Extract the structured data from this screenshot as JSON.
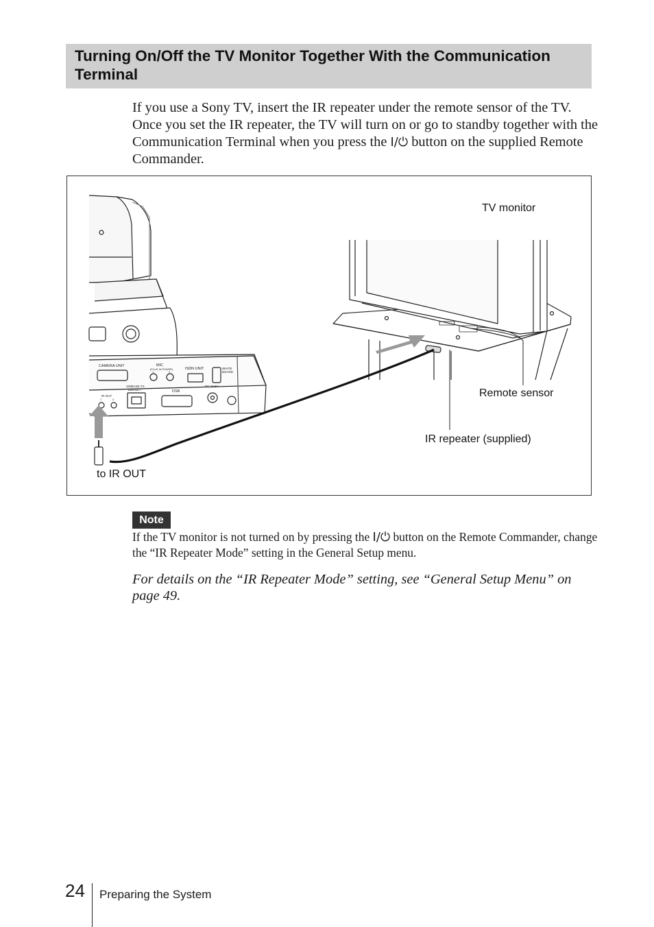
{
  "section": {
    "heading": "Turning On/Off the TV Monitor Together With the Communication Terminal"
  },
  "intro": {
    "part1": "If you use a Sony TV, insert the IR repeater under the remote sensor of the TV. Once you set the IR repeater, the TV will turn on or go to standby together with the Communication Terminal when you press the ",
    "power_symbol": "I/⏻",
    "part2": " button on the supplied Remote Commander."
  },
  "figure": {
    "labels": {
      "tv_monitor": "TV monitor",
      "remote_sensor": "Remote sensor",
      "ir_repeater": "IR repeater (supplied)",
      "to_ir_out": "to IR OUT"
    },
    "panel_labels": {
      "camera_unit": "CAMERA UNIT",
      "mic": "MIC",
      "mic_sub": "(PLUG IN POWER)",
      "mic_1": "1",
      "mic_2": "2",
      "isdn_unit": "ISDN UNIT",
      "white": "WHITE",
      "board": "BOARD",
      "ir_out": "IR OUT",
      "ir_1": "1",
      "ir_2": "2",
      "lan_1": "100BASE-TX",
      "lan_2": "10BASE-T",
      "dsb": "DSB",
      "dc": "DC 19.5V"
    }
  },
  "note": {
    "badge": "Note",
    "part1": "If the TV monitor is not turned on by pressing the ",
    "power_symbol": "I/⏻",
    "part2": " button on the Remote Commander, change the “IR Repeater Mode” setting in the General Setup menu."
  },
  "see_also": "For details on the “IR Repeater Mode” setting, see “General Setup Menu” on page 49.",
  "footer": {
    "page_number": "24",
    "section_name": "Preparing the System"
  }
}
